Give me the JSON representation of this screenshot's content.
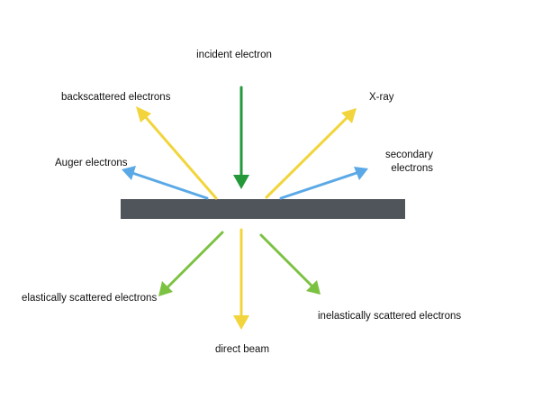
{
  "colors": {
    "yellow": "#f2d53c",
    "green_dark": "#23993a",
    "green_light": "#7cc242",
    "blue": "#5aa9e6",
    "specimen": "#50555c"
  },
  "labels": {
    "incident": "incident electron",
    "backscattered": "backscattered electrons",
    "xray": "X-ray",
    "auger": "Auger electrons",
    "secondary_1": "secondary",
    "secondary_2": "electrons",
    "elastic": "elastically scattered electrons",
    "inelastic": "inelastically scattered electrons",
    "direct": "direct beam"
  },
  "arrows": [
    {
      "name": "incident-electron-arrow",
      "color": "green_dark"
    },
    {
      "name": "backscattered-electrons-arrow",
      "color": "yellow"
    },
    {
      "name": "xray-arrow",
      "color": "yellow"
    },
    {
      "name": "auger-electrons-arrow",
      "color": "blue"
    },
    {
      "name": "secondary-electrons-arrow",
      "color": "blue"
    },
    {
      "name": "elastically-scattered-arrow",
      "color": "green_light"
    },
    {
      "name": "inelastically-scattered-arrow",
      "color": "green_light"
    },
    {
      "name": "direct-beam-arrow",
      "color": "yellow"
    }
  ]
}
